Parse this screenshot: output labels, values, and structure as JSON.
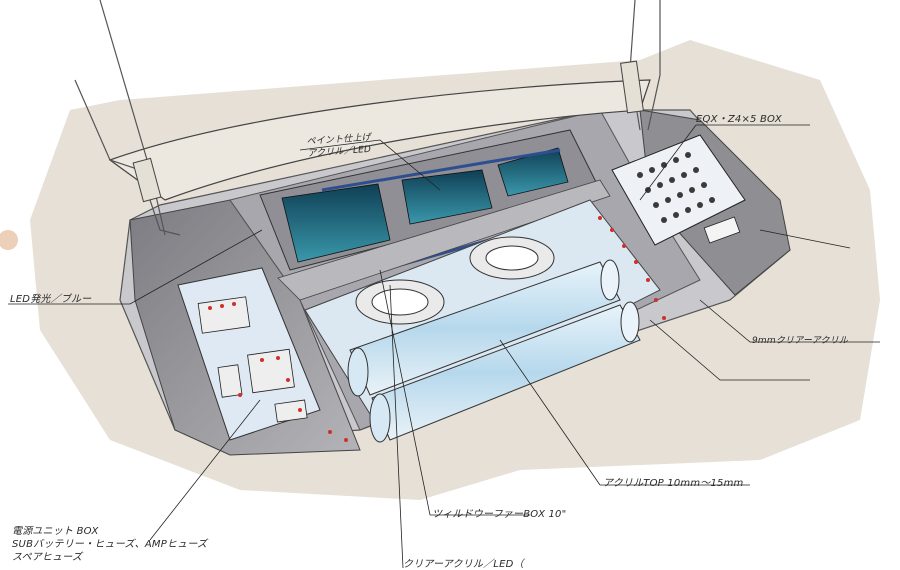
{
  "labels": {
    "paint_finish_1": "ペイント仕上げ",
    "paint_finish_2": "アクリル／LED",
    "eqx_box": "EQX・Z4×5 BOX",
    "led_blue": "LED発光／ブルー",
    "acrylic_9mm": "9mmクリアーアクリル",
    "acrylic_top": "アクリルTOP 10mm～15mm",
    "subwoofer_box": "ツィルドウーファーBOX 10\"",
    "power_unit_title": "電源ユニット BOX",
    "power_unit_line2": "SUBバッテリー・ヒューズ、AMPヒューズ",
    "power_unit_line3": "スペアヒューズ",
    "clear_acrylic_led": "クリアーアクリル／LED（"
  },
  "colors": {
    "panel_gray": "#9a9a9e",
    "screen_teal": "#1f6f82",
    "bar_blue": "#2e4f8f",
    "glow_blue": "#cfe6f5",
    "led_red": "#d0302a",
    "paper_shadow": "#d9d2c4"
  }
}
